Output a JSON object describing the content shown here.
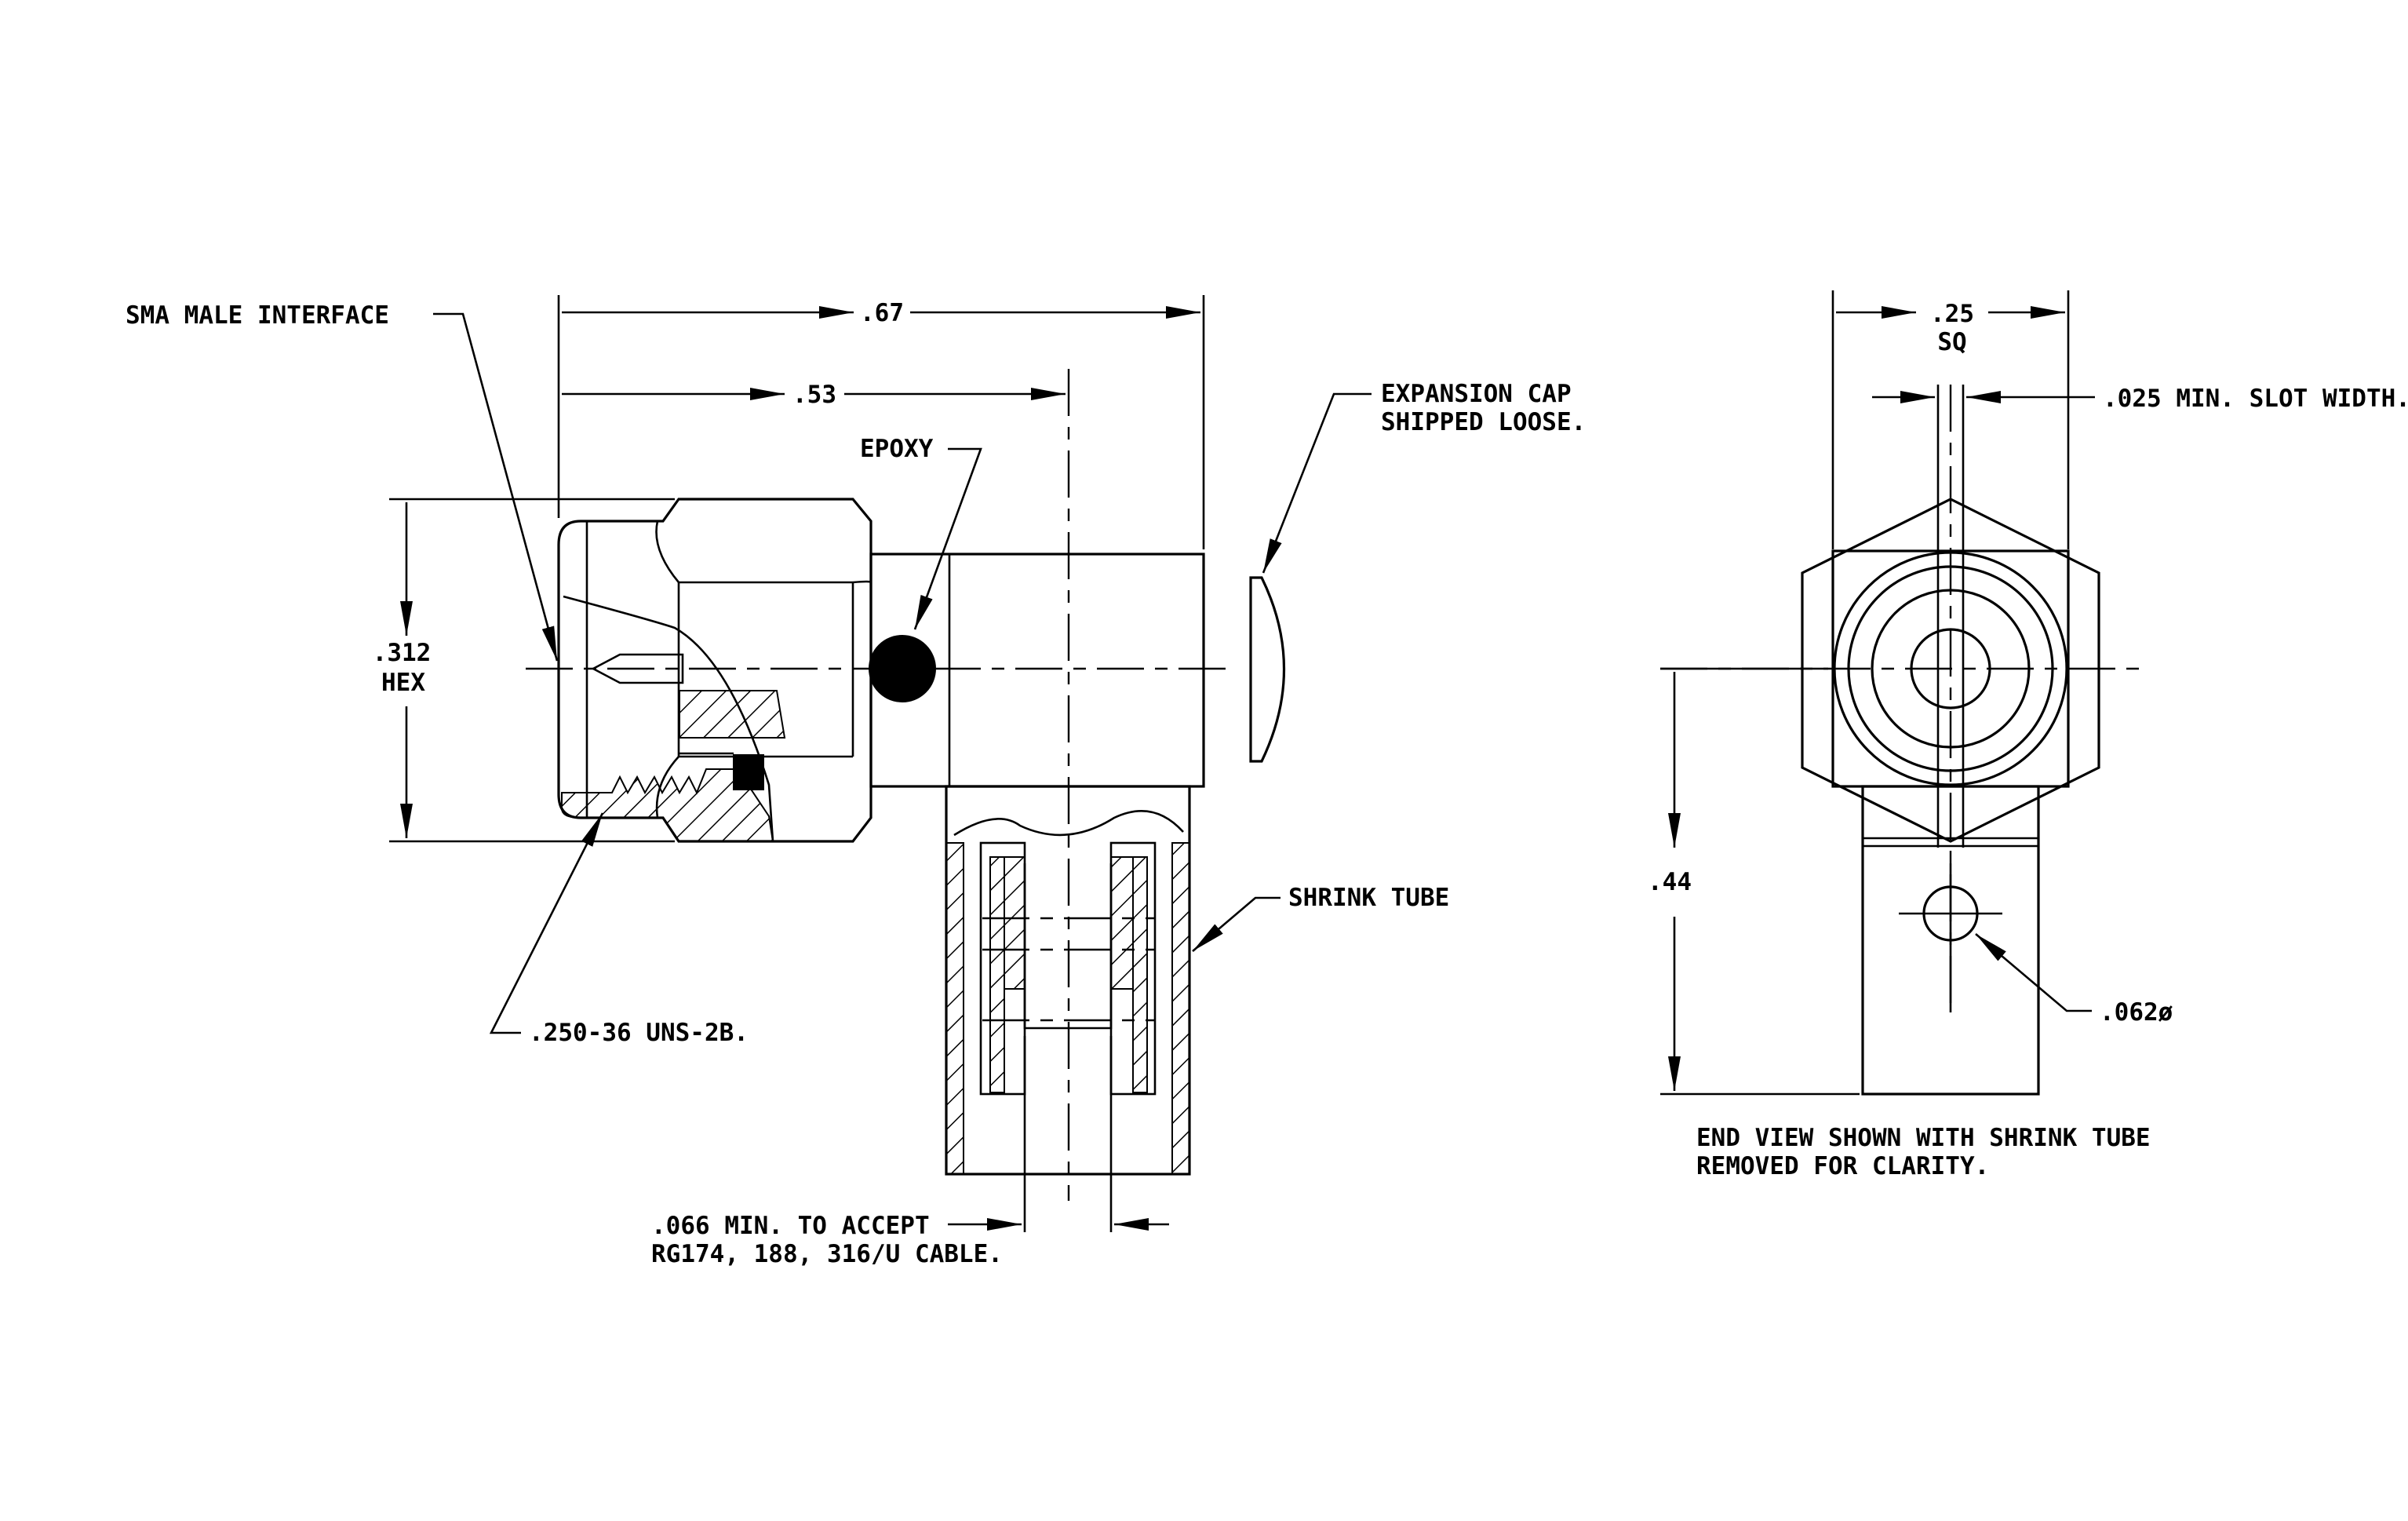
{
  "labels": {
    "sma_interface": "SMA MALE INTERFACE",
    "epoxy": "EPOXY",
    "expansion_cap_1": "EXPANSION CAP",
    "expansion_cap_2": "SHIPPED LOOSE.",
    "hex_value": ".312",
    "hex_unit": "HEX",
    "dim_overall": ".67",
    "dim_center": ".53",
    "thread": ".250-36 UNS-2B.",
    "shrink_tube": "SHRINK TUBE",
    "cable_accept_1": ".066 MIN. TO ACCEPT",
    "cable_accept_2": "RG174, 188, 316/U CABLE.",
    "dim_square_value": ".25",
    "dim_square_unit": "SQ",
    "slot_width": ".025 MIN. SLOT WIDTH.",
    "dim_height": ".44",
    "hole_dia": ".062ø",
    "end_view_1": "END VIEW SHOWN WITH SHRINK TUBE",
    "end_view_2": "REMOVED FOR CLARITY."
  },
  "colors": {
    "line": "#000000",
    "background": "#ffffff"
  }
}
